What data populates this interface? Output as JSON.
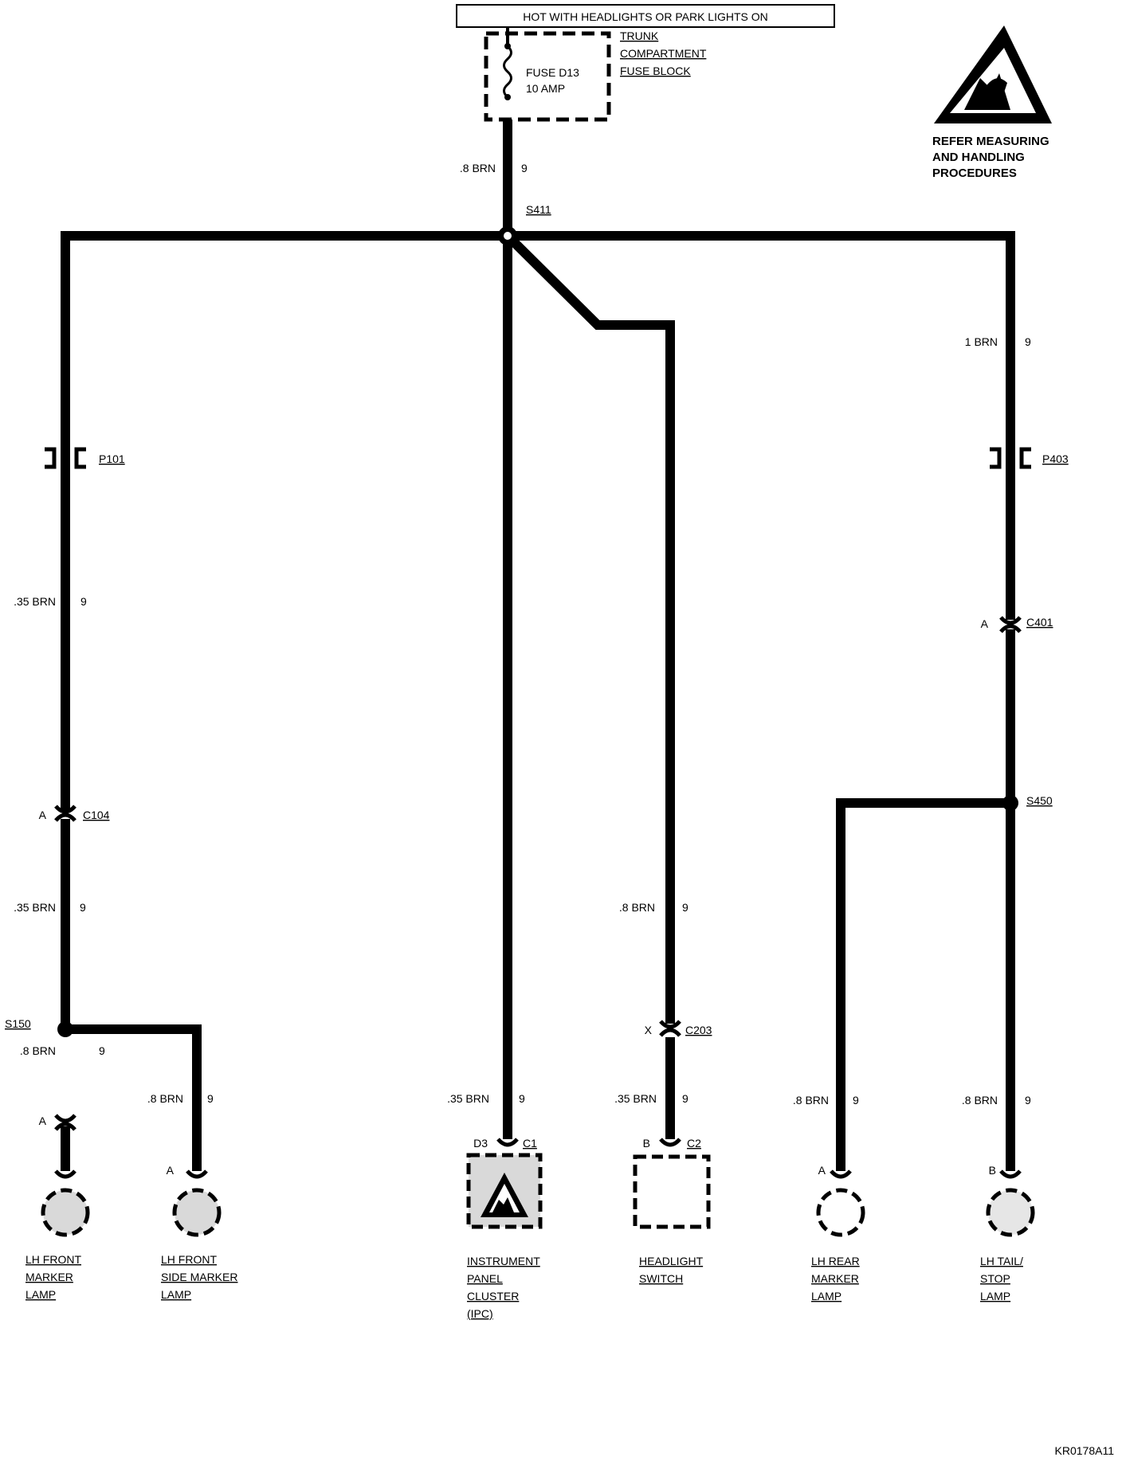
{
  "header": {
    "power_label": "HOT WITH HEADLIGHTS OR PARK LIGHTS ON"
  },
  "fuse": {
    "name": "FUSE D13",
    "rating": "10 AMP",
    "block_line1": "TRUNK",
    "block_line2": "COMPARTMENT",
    "block_line3": "FUSE BLOCK"
  },
  "warning": {
    "line1": "REFER MEASURING",
    "line2": "AND HANDLING",
    "line3": "PROCEDURES",
    "icon": "esd-warning-icon"
  },
  "splices": {
    "s411": "S411",
    "s450": "S450",
    "s150": "S150"
  },
  "connectors": {
    "p101": "P101",
    "p403": "P403",
    "c104": "C104",
    "c104_pin": "A",
    "c401": "C401",
    "c401_pin": "A",
    "c203": "C203",
    "c203_pin": "X",
    "c2": "C2",
    "c2_pin": "B",
    "c1": "C1",
    "c1_pin": "D3",
    "front_marker_pin": "A",
    "side_marker_pin": "A",
    "rear_marker_pin": "A",
    "tail_pin": "B"
  },
  "wires": {
    "fuse_out": {
      "gauge": ".8 BRN",
      "circuit": "9"
    },
    "right_trunk": {
      "gauge": "1 BRN",
      "circuit": "9"
    },
    "left_p101": {
      "gauge": ".35 BRN",
      "circuit": "9"
    },
    "left_c104": {
      "gauge": ".35 BRN",
      "circuit": "9"
    },
    "s150_down": {
      "gauge": ".8 BRN",
      "circuit": "9"
    },
    "side_marker": {
      "gauge": ".8 BRN",
      "circuit": "9"
    },
    "ipc": {
      "gauge": ".35 BRN",
      "circuit": "9"
    },
    "headlight_upper": {
      "gauge": ".8 BRN",
      "circuit": "9"
    },
    "headlight_lower": {
      "gauge": ".35 BRN",
      "circuit": "9"
    },
    "rear_marker": {
      "gauge": ".8 BRN",
      "circuit": "9"
    },
    "tail": {
      "gauge": ".8 BRN",
      "circuit": "9"
    }
  },
  "components": {
    "lh_front_marker": [
      "LH FRONT",
      "MARKER",
      "LAMP"
    ],
    "lh_front_side_marker": [
      "LH FRONT",
      "SIDE MARKER",
      "LAMP"
    ],
    "ipc": [
      "INSTRUMENT",
      "PANEL",
      "CLUSTER",
      "(IPC)"
    ],
    "headlight_switch": [
      "HEADLIGHT",
      "SWITCH"
    ],
    "lh_rear_marker": [
      "LH REAR",
      "MARKER",
      "LAMP"
    ],
    "lh_tail_stop": [
      "LH TAIL/",
      "STOP",
      "LAMP"
    ]
  },
  "figure_id": "KR0178A11"
}
